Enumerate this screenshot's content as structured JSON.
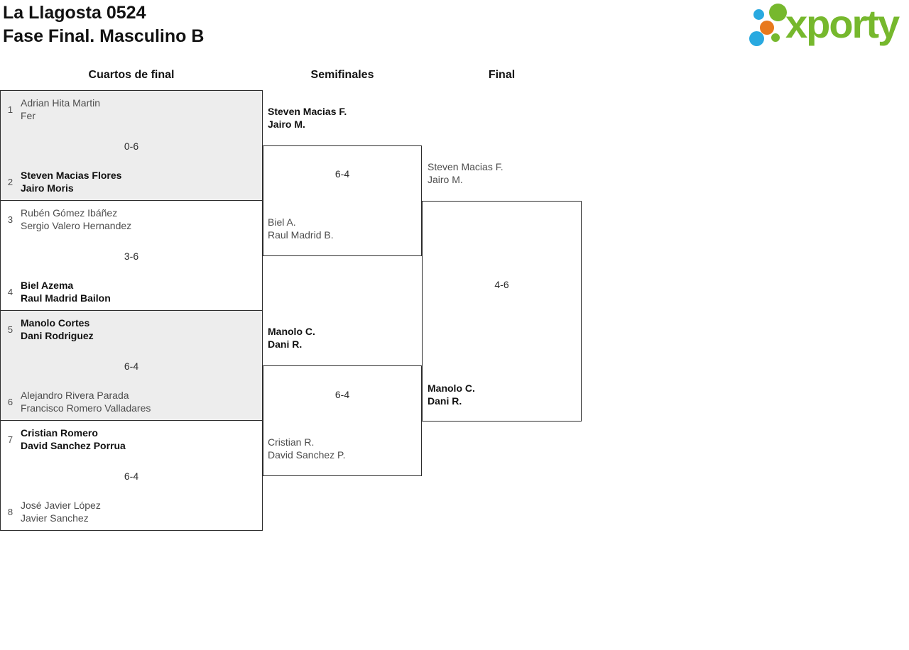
{
  "header": {
    "title_line1": "La Llagosta 0524",
    "title_line2": "Fase Final. Masculino B"
  },
  "logo": {
    "brand": "xporty",
    "green": "#76b82d",
    "blue": "#29a9e0",
    "orange": "#e8791d"
  },
  "round_headers": {
    "quarterfinals": "Cuartos de final",
    "semifinals": "Semifinales",
    "final": "Final"
  },
  "bracket": {
    "quarterfinals": [
      {
        "seed_top": "1",
        "top_line1": "Adrian Hita Martin",
        "top_line2": "Fer",
        "top_winner": false,
        "score": "0-6",
        "seed_bottom": "2",
        "bottom_line1": "Steven Macias Flores",
        "bottom_line2": "Jairo Moris",
        "bottom_winner": true
      },
      {
        "seed_top": "3",
        "top_line1": "Rubén Gómez Ibáñez",
        "top_line2": "Sergio Valero Hernandez",
        "top_winner": false,
        "score": "3-6",
        "seed_bottom": "4",
        "bottom_line1": "Biel Azema",
        "bottom_line2": "Raul Madrid Bailon",
        "bottom_winner": true
      },
      {
        "seed_top": "5",
        "top_line1": "Manolo Cortes",
        "top_line2": "Dani Rodriguez",
        "top_winner": true,
        "score": "6-4",
        "seed_bottom": "6",
        "bottom_line1": "Alejandro Rivera Parada",
        "bottom_line2": "Francisco Romero Valladares",
        "bottom_winner": false
      },
      {
        "seed_top": "7",
        "top_line1": "Cristian Romero",
        "top_line2": "David Sanchez Porrua",
        "top_winner": true,
        "score": "6-4",
        "seed_bottom": "8",
        "bottom_line1": "José Javier López",
        "bottom_line2": "Javier Sanchez",
        "bottom_winner": false
      }
    ],
    "semifinals": [
      {
        "top_line1": "Steven Macias F.",
        "top_line2": "Jairo M.",
        "top_winner": true,
        "score": "6-4",
        "bottom_line1": "Biel A.",
        "bottom_line2": "Raul Madrid B.",
        "bottom_winner": false
      },
      {
        "top_line1": "Manolo C.",
        "top_line2": "Dani R.",
        "top_winner": true,
        "score": "6-4",
        "bottom_line1": "Cristian R.",
        "bottom_line2": "David Sanchez P.",
        "bottom_winner": false
      }
    ],
    "final": {
      "top_line1": "Steven Macias F.",
      "top_line2": "Jairo M.",
      "top_winner": false,
      "score": "4-6",
      "bottom_line1": "Manolo C.",
      "bottom_line2": "Dani R.",
      "bottom_winner": true
    }
  },
  "colors": {
    "match_fill_alt": "#ededed",
    "border": "#2b2b2b",
    "winner_text": "#111111",
    "loser_text": "#4d4d4d"
  }
}
